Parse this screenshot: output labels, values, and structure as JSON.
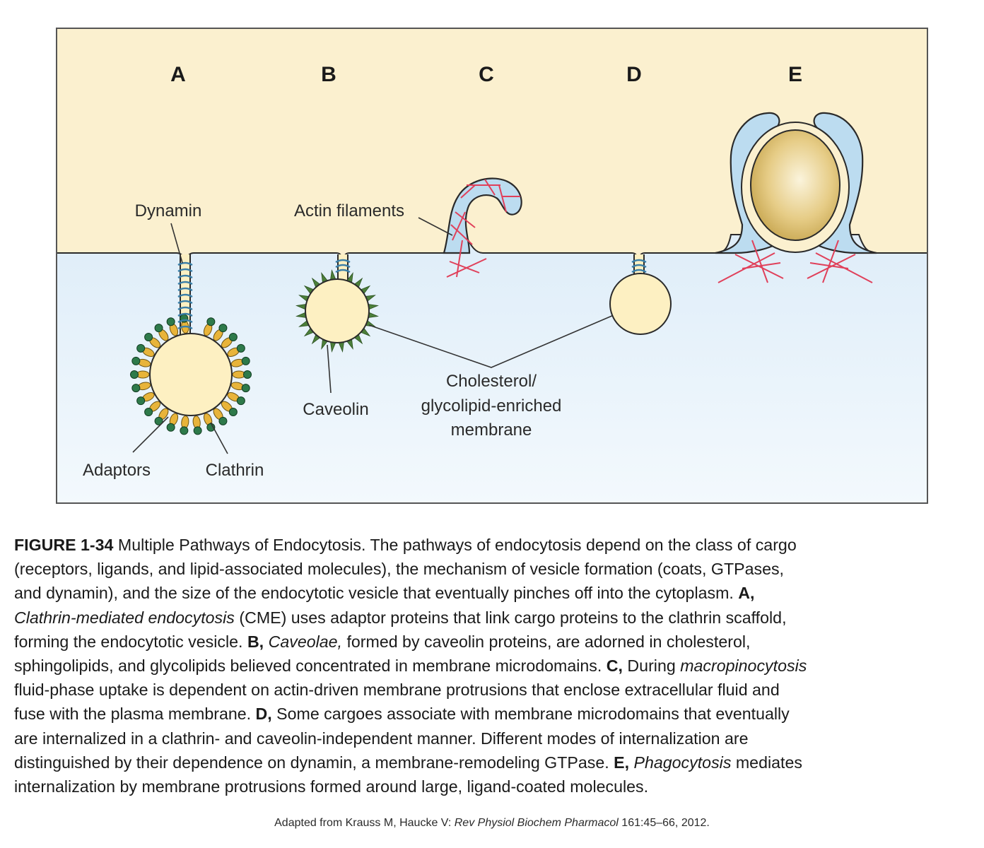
{
  "panels": [
    "A",
    "B",
    "C",
    "D",
    "E"
  ],
  "labels": {
    "dynamin": "Dynamin",
    "actin": "Actin filaments",
    "caveolin": "Caveolin",
    "cholesterol": [
      "Cholesterol/",
      "glycolipid-enriched",
      "membrane"
    ],
    "adaptors": "Adaptors",
    "clathrin": "Clathrin"
  },
  "colors": {
    "extracellular": "#fbf0cf",
    "cytoplasm": "#dfeef9",
    "membrane_protrusion": "#bcdcf0",
    "vesicle": "#fdf0c2",
    "clathrin": "#2e7a4a",
    "adaptor": "#e8b43a",
    "dynamin": "#3b7fa8",
    "actin": "#e0405a",
    "cargo": "#d8b860"
  },
  "caption": {
    "lines": [
      [
        {
          "b": "FIGURE 1-34"
        },
        {
          "t": " Multiple Pathways of Endocytosis. The pathways of endocytosis depend on the class of cargo"
        }
      ],
      [
        {
          "t": "(receptors, ligands, and lipid-associated molecules), the mechanism of vesicle formation (coats, GTPases,"
        }
      ],
      [
        {
          "t": "and dynamin), and the size of the endocytotic vesicle that eventually pinches off into the cytoplasm. "
        },
        {
          "b": "A,"
        }
      ],
      [
        {
          "i": "Clathrin-mediated endocytosis"
        },
        {
          "t": " (CME) uses adaptor proteins that link cargo proteins to the clathrin scaffold,"
        }
      ],
      [
        {
          "t": "forming the endocytotic vesicle. "
        },
        {
          "b": "B,"
        },
        {
          "t": " "
        },
        {
          "i": "Caveolae,"
        },
        {
          "t": " formed by caveolin proteins, are adorned in cholesterol,"
        }
      ],
      [
        {
          "t": "sphingolipids, and glycolipids believed concentrated in membrane microdomains. "
        },
        {
          "b": "C,"
        },
        {
          "t": " During "
        },
        {
          "i": "macropinocytosis"
        }
      ],
      [
        {
          "t": "fluid-phase uptake is dependent on actin-driven membrane protrusions that enclose extracellular fluid and"
        }
      ],
      [
        {
          "t": "fuse with the plasma membrane. "
        },
        {
          "b": "D,"
        },
        {
          "t": " Some cargoes associate with membrane microdomains that eventually"
        }
      ],
      [
        {
          "t": "are internalized in a clathrin- and caveolin-independent manner. Different modes of internalization are"
        }
      ],
      [
        {
          "t": "distinguished by their dependence on dynamin, a membrane-remodeling GTPase. "
        },
        {
          "b": "E,"
        },
        {
          "t": " "
        },
        {
          "i": "Phagocytosis"
        },
        {
          "t": " mediates"
        }
      ],
      [
        {
          "t": "internalization by membrane protrusions formed around large, ligand-coated molecules."
        }
      ]
    ]
  },
  "credit": [
    {
      "t": "Adapted from Krauss M, Haucke V: "
    },
    {
      "i": "Rev Physiol Biochem Pharmacol"
    },
    {
      "t": " 161:45–66, 2012."
    }
  ]
}
